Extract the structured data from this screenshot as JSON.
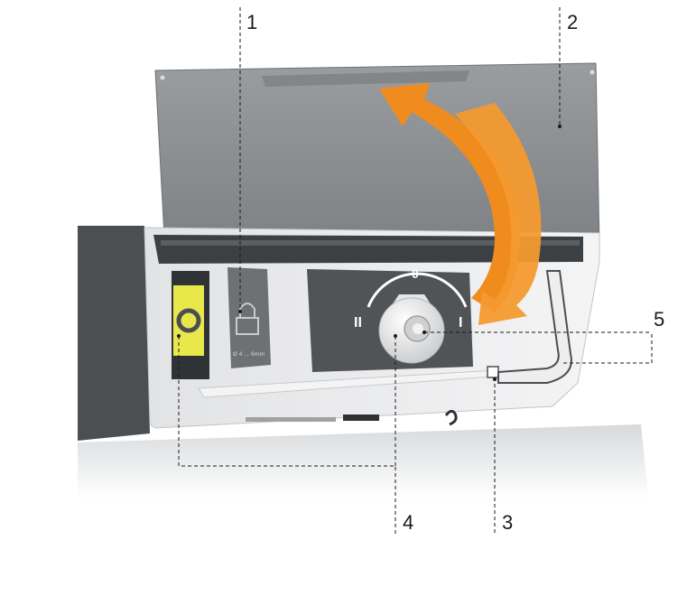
{
  "callouts": {
    "c1": "1",
    "c2": "2",
    "c3": "3",
    "c4": "4",
    "c5": "5"
  },
  "labels": {
    "lock_diameter": "Ø 4 ... 6mm",
    "position_open": "I",
    "position_closed": "II",
    "position_zero": "0"
  },
  "icons": {
    "lock": "padlock-icon",
    "rotation": "rotation-arrow-icon"
  },
  "colors": {
    "arrow": "#f08c1e",
    "button_yellow": "#e8e84a",
    "housing_dark": "#4b4f52",
    "lid": "#8a8d90",
    "panel": "#e9eaec"
  }
}
